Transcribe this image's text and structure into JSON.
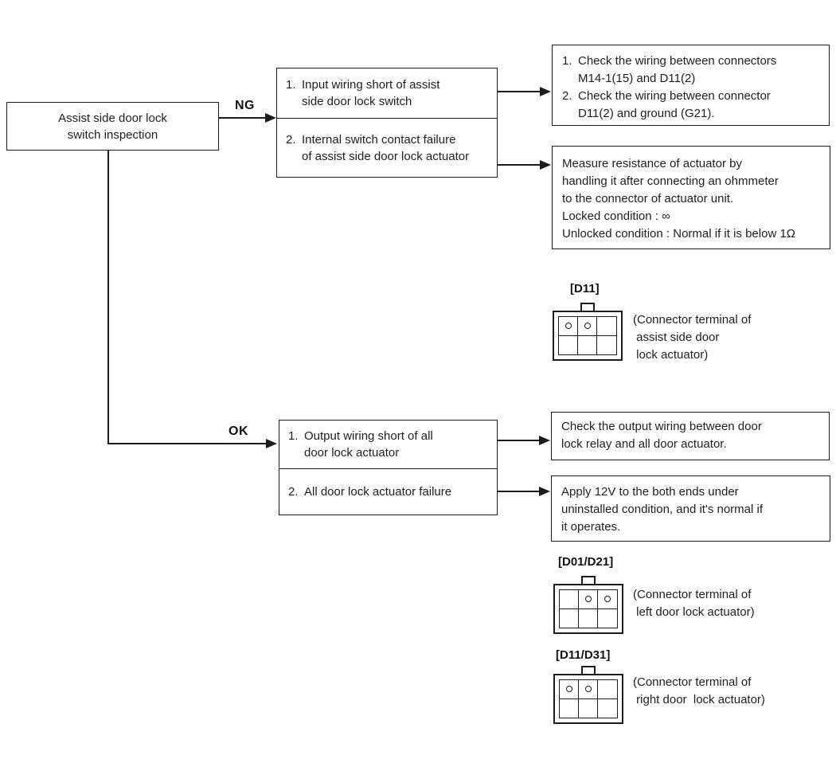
{
  "start_box": {
    "text": "Assist side door lock\nswitch inspection"
  },
  "ng": {
    "label": "NG",
    "causes": [
      {
        "num": "1.",
        "text": "Input wiring short of assist\nside door lock switch"
      },
      {
        "num": "2.",
        "text": "Internal switch contact failure\nof assist side door lock actuator"
      }
    ],
    "action1_items": [
      {
        "num": "1.",
        "text": "Check the wiring between connectors\nM14-1(15) and D11(2)"
      },
      {
        "num": "2.",
        "text": "Check the wiring between connector\nD11(2) and ground (G21)."
      }
    ],
    "action2_text": "Measure resistance of actuator by\nhandling it after connecting an ohmmeter\nto the connector of actuator unit.\nLocked condition : ∞\nUnlocked condition : Normal if it is below 1Ω"
  },
  "ok": {
    "label": "OK",
    "causes": [
      {
        "num": "1.",
        "text": "Output wiring short of all\ndoor lock actuator"
      },
      {
        "num": "2.",
        "text": "All door lock actuator failure"
      }
    ],
    "action1_text": "Check the output wiring between door\nlock relay and all door actuator.",
    "action2_text": "Apply 12V to the both ends under\nuninstalled condition, and it's normal if\nit operates."
  },
  "connectors": [
    {
      "label": "[D11]",
      "caption": "(Connector terminal of\n assist side door\n lock actuator)",
      "pins": [
        [
          1,
          1,
          0
        ],
        [
          0,
          0,
          0
        ]
      ]
    },
    {
      "label": "[D01/D21]",
      "caption": "(Connector terminal of\n left door lock actuator)",
      "pins": [
        [
          0,
          1,
          1
        ],
        [
          0,
          0,
          0
        ]
      ]
    },
    {
      "label": "[D11/D31]",
      "caption": "(Connector terminal of\n right door  lock actuator)",
      "pins": [
        [
          1,
          1,
          0
        ],
        [
          0,
          0,
          0
        ]
      ]
    }
  ],
  "colors": {
    "line": "#1c1c1c",
    "background": "#ffffff"
  }
}
